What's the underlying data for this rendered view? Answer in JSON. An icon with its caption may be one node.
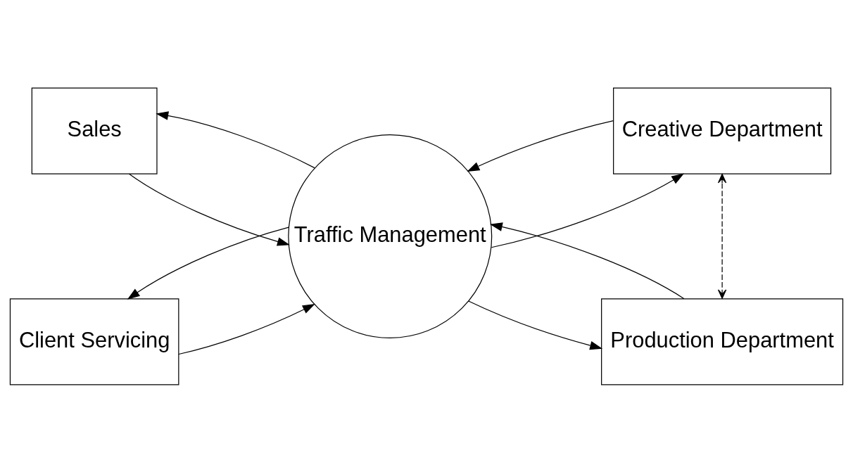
{
  "diagram": {
    "nodes": [
      {
        "text": [
          "Sales"
        ]
      },
      {
        "text": [
          "Creative Department"
        ]
      },
      {
        "text": [
          "Traffic Management"
        ]
      },
      {
        "text": [
          "Client Servicing"
        ]
      },
      {
        "text": [
          "Production Department"
        ]
      }
    ],
    "edges": [
      {
        "from": 0,
        "to": 2,
        "arrow": "to"
      },
      {
        "from": 2,
        "to": 0,
        "arrow": "to"
      },
      {
        "from": 2,
        "to": 1,
        "arrow": "to"
      },
      {
        "from": 1,
        "to": 2,
        "arrow": "to"
      },
      {
        "from": 1,
        "to": 4,
        "arrow": "both",
        "style": "dashed"
      },
      {
        "from": 3,
        "to": 2,
        "arrow": "to"
      },
      {
        "from": 2,
        "to": 3,
        "arrow": "to"
      },
      {
        "from": 2,
        "to": 4,
        "arrow": "to"
      },
      {
        "from": 4,
        "to": 2,
        "arrow": "to"
      }
    ]
  }
}
